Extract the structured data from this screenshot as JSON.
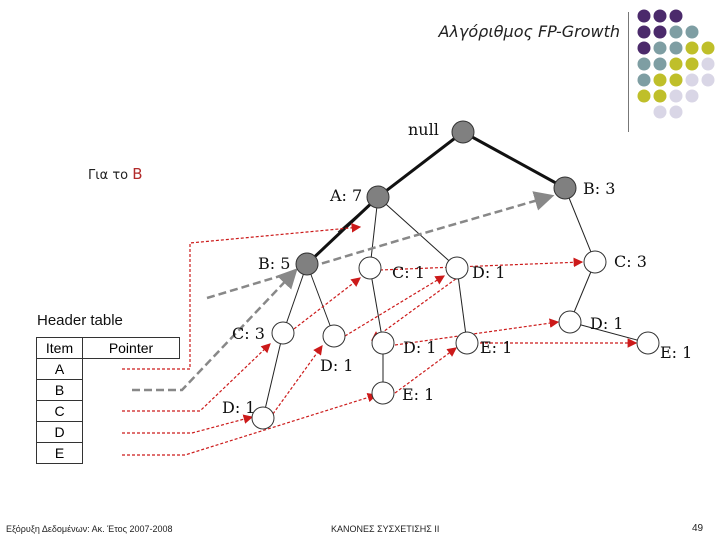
{
  "title": "Αλγόριθμος FP-Growth",
  "subtitle_prefix": "Για το",
  "subtitle_item": "B",
  "header_table": {
    "caption": "Header table",
    "columns": [
      "Item",
      "Pointer"
    ],
    "items": [
      "A",
      "B",
      "C",
      "D",
      "E"
    ]
  },
  "tree_labels": {
    "null": "null",
    "a7": "A: 7",
    "b3": "B: 3",
    "b5": "B: 5",
    "c1_top": "C: 1",
    "d1_top": "D: 1",
    "c3_right": "C: 3",
    "c3_left": "C: 3",
    "d1_mid": "D: 1",
    "d1_center": "D: 1",
    "e1_center": "E: 1",
    "d1_right": "D: 1",
    "e1_right": "E: 1",
    "d1_left": "D: 1",
    "e1_bottom": "E: 1"
  },
  "footer": {
    "left": "Εξόρυξη Δεδομένων: Ακ. Έτος 2007-2008",
    "center": "ΚΑΝΟΝΕΣ ΣΥΣΧΕΤΙΣΗΣ ΙΙ",
    "page": "49"
  },
  "colors": {
    "purple": "#4b2a6b",
    "teal": "#7e9ea3",
    "olive": "#bfbf2a",
    "lavender": "#d9d6e6",
    "node_gray": "#808080",
    "arrow_red": "#cc1a1a",
    "arrow_gray": "#888888"
  }
}
